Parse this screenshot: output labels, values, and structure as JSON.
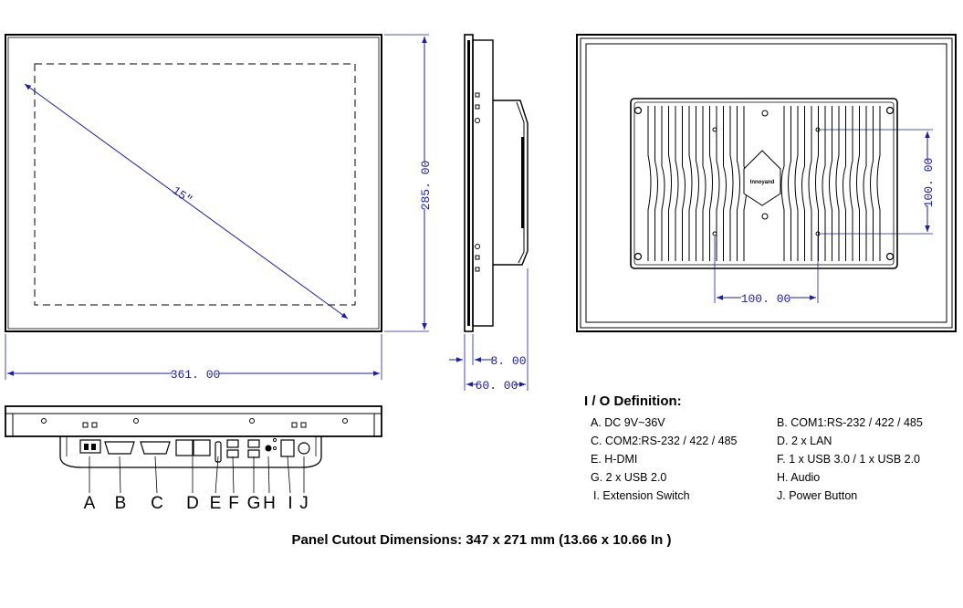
{
  "dimensions": {
    "front_width": "361. 00",
    "front_height": "285. 00",
    "screen_diagonal": "15\"",
    "side_bezel_depth": "8. 00",
    "side_total_depth": "60. 00",
    "vesa_horizontal": "100. 00",
    "vesa_vertical": "100. 00"
  },
  "rear_logo": "Innoyand",
  "port_letters": [
    "A",
    "B",
    "C",
    "D",
    "E",
    "F",
    "G",
    "H",
    "I",
    "J"
  ],
  "io_definition": {
    "title": "I / O Definition:",
    "items": [
      "A. DC 9V~36V",
      "B. COM1:RS-232 / 422 / 485",
      "C. COM2:RS-232 / 422 / 485",
      "D. 2 x LAN",
      "E. H-DMI",
      "F. 1 x USB 3.0 / 1 x USB 2.0",
      "G. 2 x USB 2.0",
      "H. Audio",
      "I. Extension Switch",
      "J. Power Button"
    ]
  },
  "panel_cutout": "Panel Cutout Dimensions: 347 x 271 mm (13.66 x 10.66 In )"
}
